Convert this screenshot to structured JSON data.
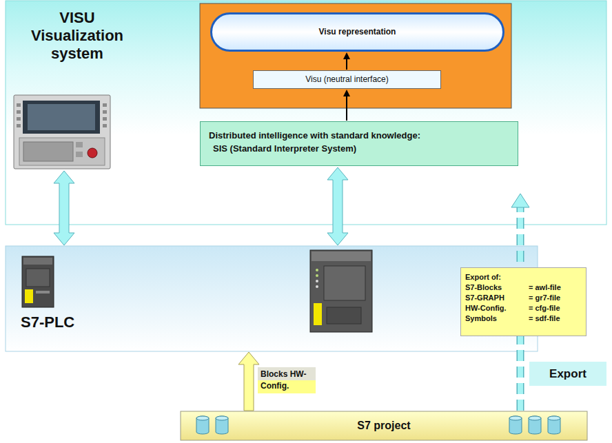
{
  "diagram": {
    "nodes": [
      {
        "text": [
          "VISU Visualization system"
        ]
      },
      {
        "text": [
          "Visu representation"
        ],
        "in": 0
      },
      {
        "text": [
          "Visu (neutral interface)"
        ],
        "in": 0
      },
      {
        "text": [
          "Distributed intelligence with standard knowledge:",
          "SIS (Standard Interpreter System)"
        ],
        "in": 0
      },
      {
        "text": [
          "S7-PLC"
        ]
      },
      {
        "text": [
          "Export of:",
          "S7-Blocks",
          "= awl-file",
          "S7-GRAPH",
          "= gr7-file",
          "HW-Config.",
          "= cfg-file",
          "Symbols",
          "= sdf-file"
        ]
      },
      {
        "text": [
          "S7 project"
        ]
      }
    ],
    "edges": [
      {
        "from": 0,
        "to": 4,
        "arrow": "both"
      },
      {
        "from": 3,
        "to": 4,
        "arrow": "both"
      },
      {
        "from": 2,
        "to": 1,
        "arrow": "to"
      },
      {
        "from": 3,
        "to": 2,
        "arrow": "to"
      },
      {
        "from": 6,
        "to": 4,
        "arrow": "to",
        "label": "Blocks HW-Config."
      },
      {
        "from": 6,
        "to": 0,
        "arrow": "to",
        "label": "Export"
      }
    ]
  }
}
